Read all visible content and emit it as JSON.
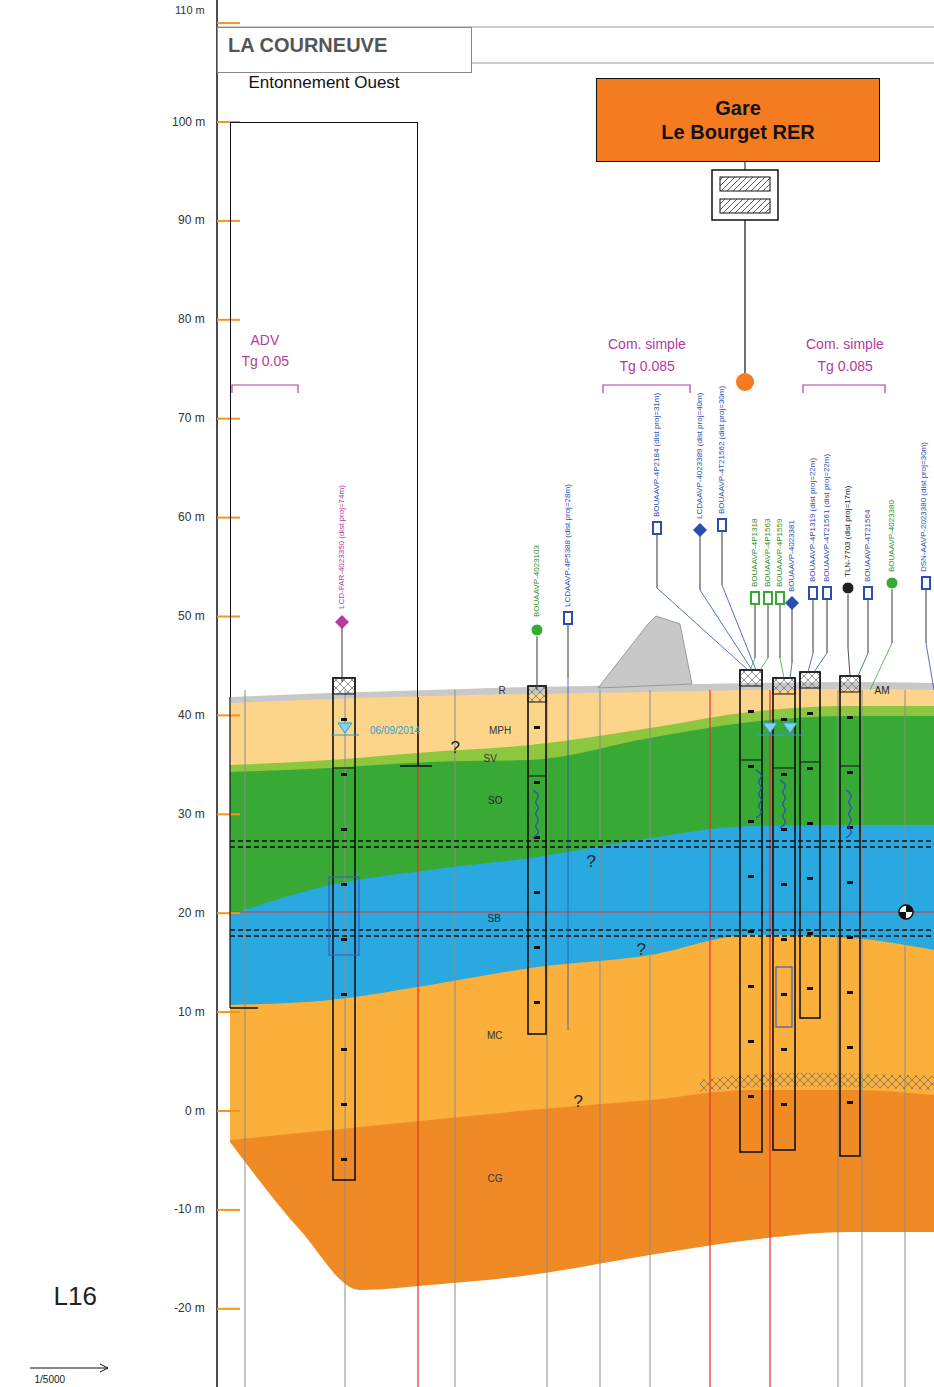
{
  "diagram": {
    "nodes": [
      {
        "text": [
          "LA COURNEUVE"
        ]
      },
      {
        "text": [
          "Entonnement Ouest"
        ]
      },
      {
        "text": [
          "Gare",
          "Le Bourget RER"
        ]
      }
    ],
    "labels": [
      "110 m",
      "100 m",
      "90 m",
      "80 m",
      "70 m",
      "60 m",
      "50 m",
      "40 m",
      "30 m",
      "20 m",
      "10 m",
      "0 m",
      "-10 m",
      "-20 m",
      "ADV",
      "Tg 0.05",
      "Com. simple",
      "Tg 0.085",
      "Com. simple",
      "Tg 0.085",
      "LCD-FAR-4023350 (dist proj=74m)",
      "BOUAAVP-4023103",
      "LCDAAVP-4P5388 (dist proj=28m)",
      "BOUAAVP-4P2184 (dist proj=31m)",
      "LCDAAVP-4023389 (dist proj=40m)",
      "BOUAAVP-4T21562 (dist proj=30m)",
      "BOUAAVP-4P1318",
      "BOUAAVP-4P1563",
      "BOUAAVP-4P1559",
      "BOUAAVP-4023381",
      "BOUAAVP-4P1319 (dist proj=22m)",
      "BOUAAVP-4T21561 (dist proj=22m)",
      "TLN-7703 (dist proj=17m)",
      "BOUAAVP-4T21564",
      "BOUAAVP-4023380",
      "DSN-AAVP-2023380 (dist proj=30m)",
      "R",
      "MPH",
      "SV",
      "SO",
      "SB",
      "MC",
      "CG",
      "AM",
      "06/09/2014",
      "?",
      "?",
      "?",
      "?",
      "L16",
      "1/5000"
    ]
  }
}
